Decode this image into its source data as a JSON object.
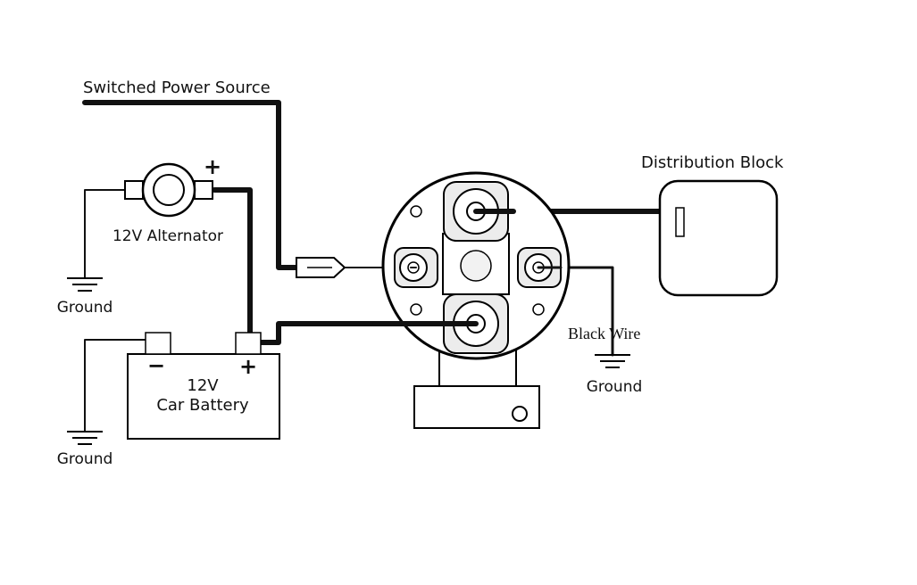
{
  "labels": {
    "switched_power_source": "Switched Power Source",
    "alternator": "12V Alternator",
    "alternator_plus": "+",
    "ground_alternator": "Ground",
    "battery_voltage": "12V",
    "battery_name": "Car Battery",
    "battery_minus": "−",
    "battery_plus": "+",
    "ground_battery": "Ground",
    "distribution_block": "Distribution Block",
    "black_wire": "Black Wire",
    "ground_solenoid": "Ground"
  },
  "colors": {
    "wire": "#111111",
    "stroke": "#000000",
    "fill": "#ffffff",
    "terminal_fill": "#ececec"
  }
}
